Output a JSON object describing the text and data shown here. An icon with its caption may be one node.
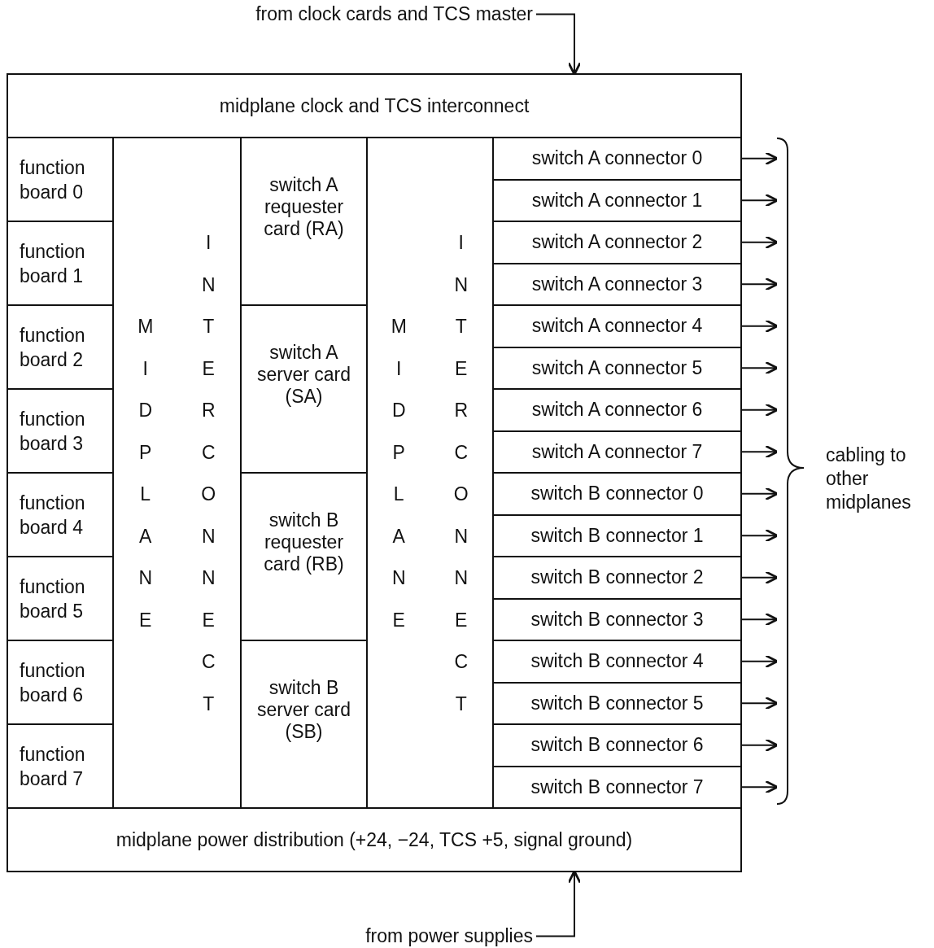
{
  "diagram": {
    "nodes": [
      {
        "text": [
          "from clock cards and TCS master"
        ]
      },
      {
        "text": [
          "midplane clock and TCS interconnect"
        ]
      },
      {
        "text": [
          "function board 0"
        ]
      },
      {
        "text": [
          "function board 1"
        ]
      },
      {
        "text": [
          "function board 2"
        ]
      },
      {
        "text": [
          "function board 3"
        ]
      },
      {
        "text": [
          "function board 4"
        ]
      },
      {
        "text": [
          "function board 5"
        ]
      },
      {
        "text": [
          "function board 6"
        ]
      },
      {
        "text": [
          "function board 7"
        ]
      },
      {
        "text": [
          "MIDPLANE",
          "INTERCONNECT"
        ]
      },
      {
        "text": [
          "switch A requester card (RA)"
        ]
      },
      {
        "text": [
          "switch A server card (SA)"
        ]
      },
      {
        "text": [
          "switch B requester card (RB)"
        ]
      },
      {
        "text": [
          "switch B server card (SB)"
        ]
      },
      {
        "text": [
          "MIDPLANE",
          "INTERCONNECT"
        ]
      },
      {
        "text": [
          "switch A connector 0"
        ]
      },
      {
        "text": [
          "switch A connector 1"
        ]
      },
      {
        "text": [
          "switch A connector 2"
        ]
      },
      {
        "text": [
          "switch A connector 3"
        ]
      },
      {
        "text": [
          "switch A connector 4"
        ]
      },
      {
        "text": [
          "switch A connector 5"
        ]
      },
      {
        "text": [
          "switch A connector 6"
        ]
      },
      {
        "text": [
          "switch A connector 7"
        ]
      },
      {
        "text": [
          "switch B connector 0"
        ]
      },
      {
        "text": [
          "switch B connector 1"
        ]
      },
      {
        "text": [
          "switch B connector 2"
        ]
      },
      {
        "text": [
          "switch B connector 3"
        ]
      },
      {
        "text": [
          "switch B connector 4"
        ]
      },
      {
        "text": [
          "switch B connector 5"
        ]
      },
      {
        "text": [
          "switch B connector 6"
        ]
      },
      {
        "text": [
          "switch B connector 7"
        ]
      },
      {
        "text": [
          "midplane power distribution (+24, −24, TCS +5, signal ground)"
        ]
      },
      {
        "text": [
          "from power supplies"
        ]
      },
      {
        "text": [],
        "shape": "bracket"
      }
    ],
    "edges": [
      {
        "from": 0,
        "to": 1,
        "arrow": "to"
      },
      {
        "from": 33,
        "to": 32,
        "arrow": "to"
      },
      {
        "from": 16,
        "to": 34,
        "arrow": "to"
      },
      {
        "from": 17,
        "to": 34,
        "arrow": "to"
      },
      {
        "from": 18,
        "to": 34,
        "arrow": "to"
      },
      {
        "from": 19,
        "to": 34,
        "arrow": "to"
      },
      {
        "from": 20,
        "to": 34,
        "arrow": "to"
      },
      {
        "from": 21,
        "to": 34,
        "arrow": "to"
      },
      {
        "from": 22,
        "to": 34,
        "arrow": "to"
      },
      {
        "from": 23,
        "to": 34,
        "arrow": "to"
      },
      {
        "from": 24,
        "to": 34,
        "arrow": "to"
      },
      {
        "from": 25,
        "to": 34,
        "arrow": "to"
      },
      {
        "from": 26,
        "to": 34,
        "arrow": "to"
      },
      {
        "from": 27,
        "to": 34,
        "arrow": "to"
      },
      {
        "from": 28,
        "to": 34,
        "arrow": "to"
      },
      {
        "from": 29,
        "to": 34,
        "arrow": "to"
      },
      {
        "from": 30,
        "to": 34,
        "arrow": "to"
      },
      {
        "from": 31,
        "to": 34,
        "arrow": "to"
      }
    ],
    "labels": [
      "cabling to other midplanes"
    ]
  }
}
